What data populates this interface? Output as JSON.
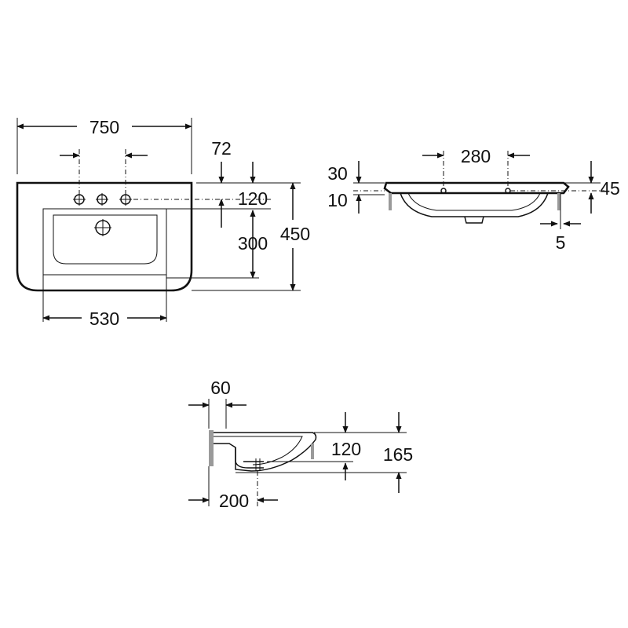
{
  "top_view": {
    "overall_width": "750",
    "depth": "450",
    "tap_hole_spacing": "72",
    "tap_to_edge": "120",
    "bowl_depth": "300",
    "bowl_width": "530"
  },
  "front_view": {
    "tap_spacing": "280",
    "rim_height": "30",
    "overflow_height": "10",
    "total_height": "45",
    "leg_offset": "5"
  },
  "side_view": {
    "wall_gap": "60",
    "bowl_depth": "120",
    "total_height": "165",
    "drain_offset": "200"
  }
}
